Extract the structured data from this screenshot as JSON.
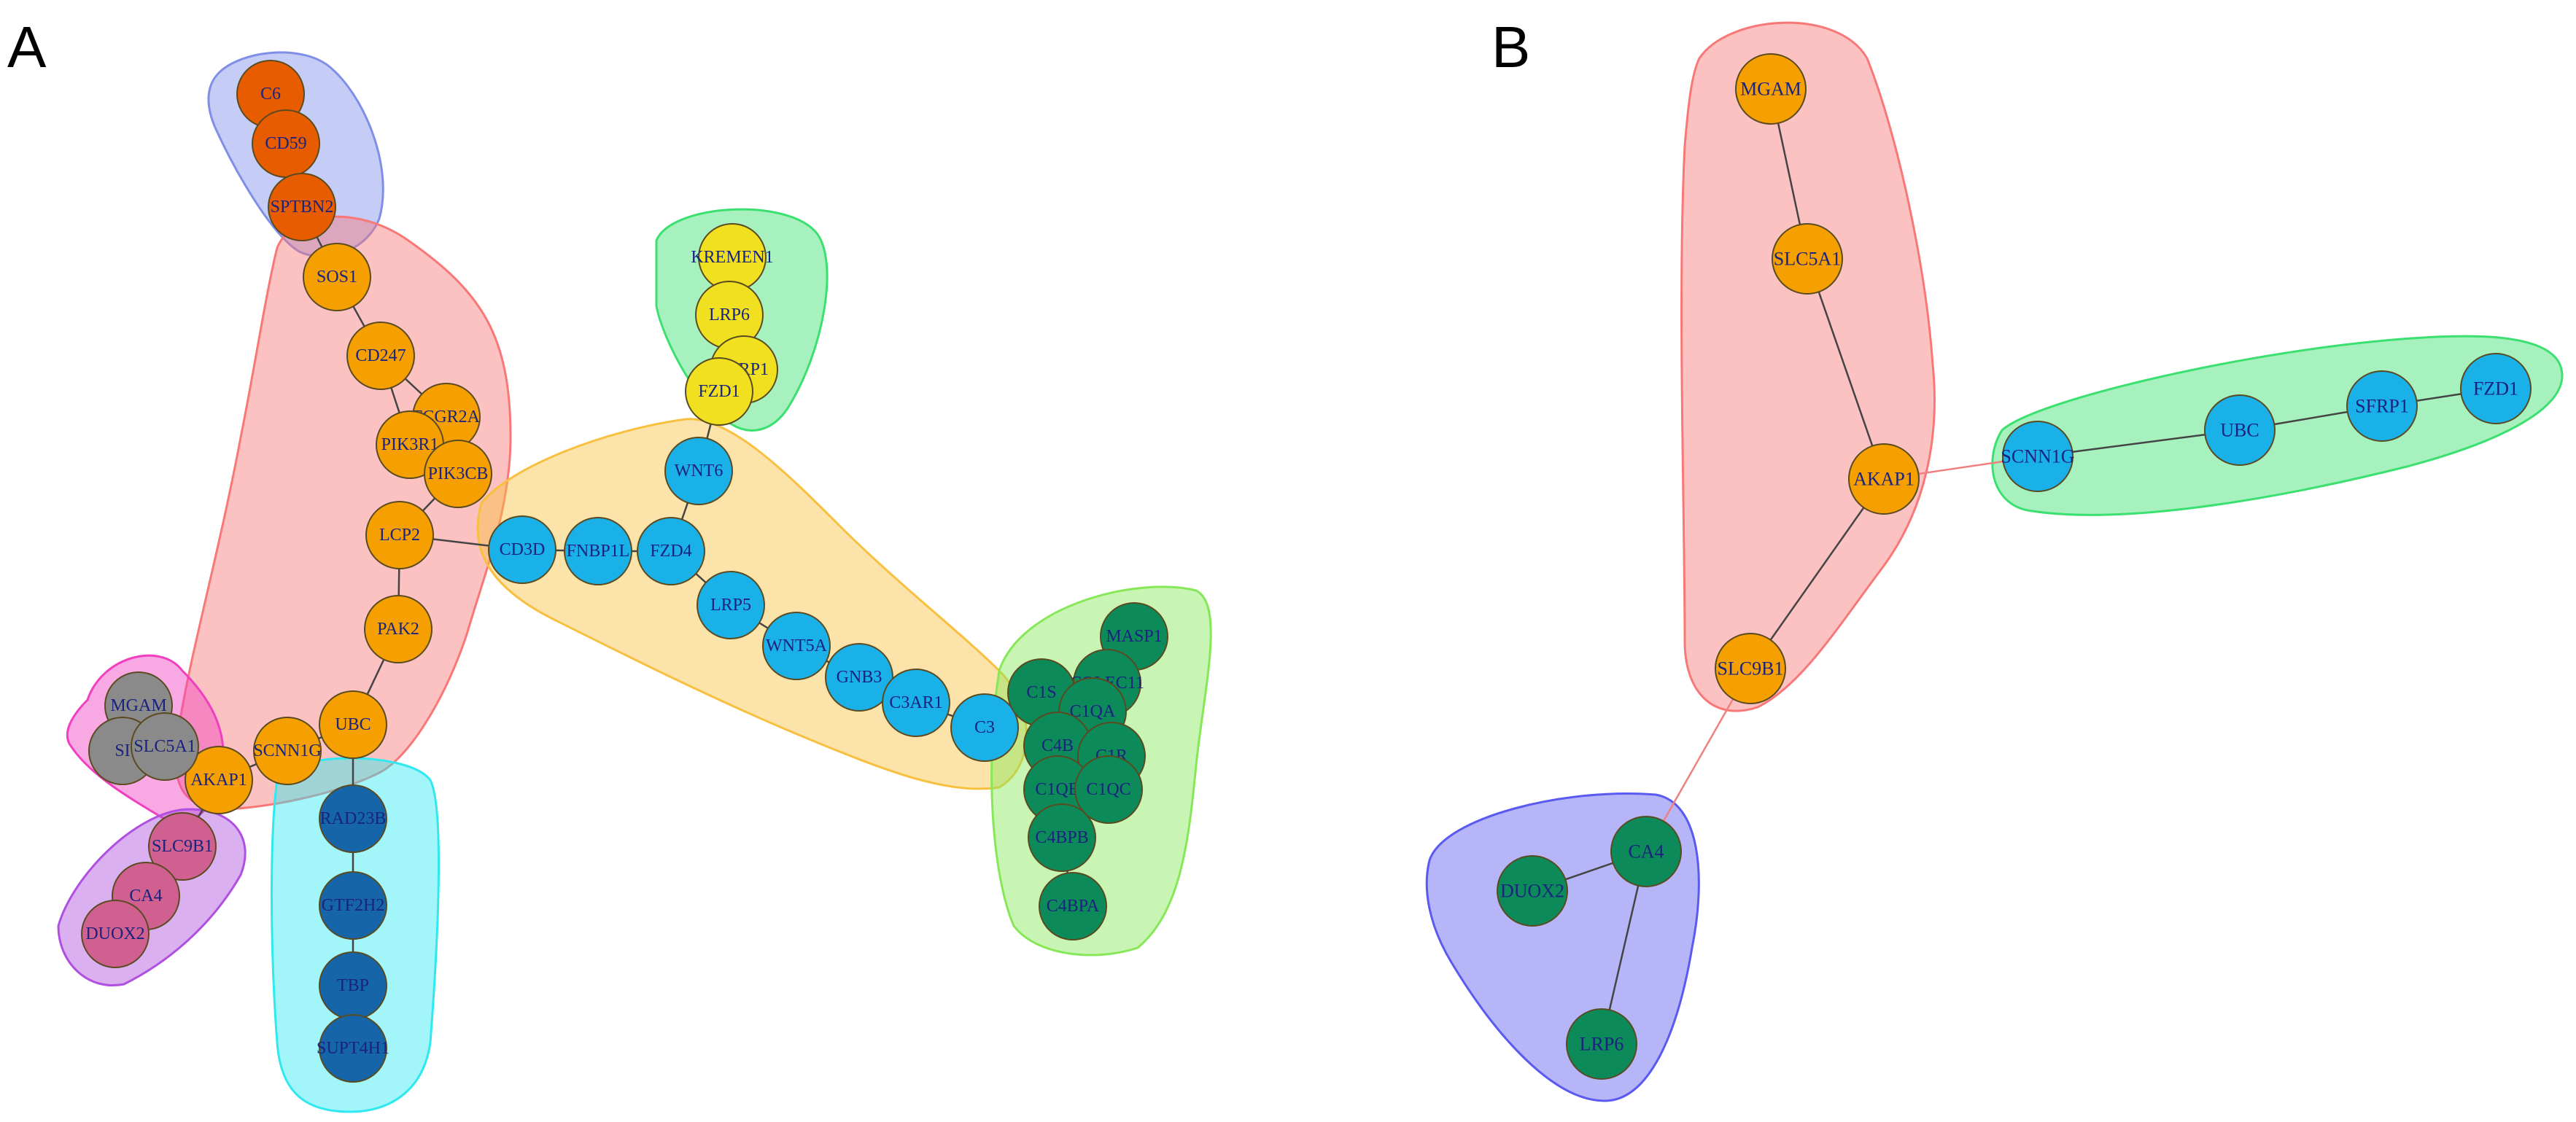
{
  "panels": {
    "a": {
      "label": "A"
    },
    "b": {
      "label": "B"
    }
  },
  "colors": {
    "orange": "#f5a000",
    "blue": "#1ab0e8",
    "green": "#0d8a5a",
    "yellow": "#f0e020",
    "orange_red": "#e85c00",
    "darkblue": "#1565a8",
    "gray": "#8a8a8a",
    "pink": "#d06090",
    "hull_red": "#f87878",
    "hull_blue": "#7f8fe8",
    "hull_green": "#3ce070",
    "hull_orange": "#f8c040",
    "hull_lime": "#86e858",
    "hull_cyan": "#30e8f0",
    "hull_magenta": "#f040c0",
    "hull_purple": "#b050e0",
    "hull_violet": "#5a5af0"
  },
  "panel_a_nodes": [
    {
      "id": "C6",
      "label": "C6",
      "color": "orange_red"
    },
    {
      "id": "CD59",
      "label": "CD59",
      "color": "orange_red"
    },
    {
      "id": "SPTBN2",
      "label": "SPTBN2",
      "color": "orange_red"
    },
    {
      "id": "SOS1",
      "label": "SOS1",
      "color": "orange"
    },
    {
      "id": "CD247",
      "label": "CD247",
      "color": "orange"
    },
    {
      "id": "FCGR2A",
      "label": "FCGR2A",
      "color": "orange"
    },
    {
      "id": "PIK3R1",
      "label": "PIK3R1",
      "color": "orange"
    },
    {
      "id": "PIK3CB",
      "label": "PIK3CB",
      "color": "orange"
    },
    {
      "id": "LCP2",
      "label": "LCP2",
      "color": "orange"
    },
    {
      "id": "PAK2",
      "label": "PAK2",
      "color": "orange"
    },
    {
      "id": "UBC",
      "label": "UBC",
      "color": "orange"
    },
    {
      "id": "SCNN1G",
      "label": "SCNN1G",
      "color": "orange"
    },
    {
      "id": "AKAP1",
      "label": "AKAP1",
      "color": "orange"
    },
    {
      "id": "MGAM",
      "label": "MGAM",
      "color": "gray"
    },
    {
      "id": "SI",
      "label": "SI",
      "color": "gray"
    },
    {
      "id": "SLC5A1",
      "label": "SLC5A1",
      "color": "gray"
    },
    {
      "id": "SLC9B1",
      "label": "SLC9B1",
      "color": "pink"
    },
    {
      "id": "CA4",
      "label": "CA4",
      "color": "pink"
    },
    {
      "id": "DUOX2",
      "label": "DUOX2",
      "color": "pink"
    },
    {
      "id": "RAD23B",
      "label": "RAD23B",
      "color": "darkblue"
    },
    {
      "id": "GTF2H2",
      "label": "GTF2H2",
      "color": "darkblue"
    },
    {
      "id": "TBP",
      "label": "TBP",
      "color": "darkblue"
    },
    {
      "id": "SUPT4H1",
      "label": "SUPT4H1",
      "color": "darkblue"
    },
    {
      "id": "KREMEN1",
      "label": "KREMEN1",
      "color": "yellow"
    },
    {
      "id": "LRP6",
      "label": "LRP6",
      "color": "yellow"
    },
    {
      "id": "SFRP1",
      "label": "SFRP1",
      "color": "yellow"
    },
    {
      "id": "FZD1",
      "label": "FZD1",
      "color": "yellow"
    },
    {
      "id": "WNT6",
      "label": "WNT6",
      "color": "blue"
    },
    {
      "id": "CD3D",
      "label": "CD3D",
      "color": "blue"
    },
    {
      "id": "FNBP1L",
      "label": "FNBP1L",
      "color": "blue"
    },
    {
      "id": "FZD4",
      "label": "FZD4",
      "color": "blue"
    },
    {
      "id": "LRP5",
      "label": "LRP5",
      "color": "blue"
    },
    {
      "id": "WNT5A",
      "label": "WNT5A",
      "color": "blue"
    },
    {
      "id": "GNB3",
      "label": "GNB3",
      "color": "blue"
    },
    {
      "id": "C3AR1",
      "label": "C3AR1",
      "color": "blue"
    },
    {
      "id": "C3",
      "label": "C3",
      "color": "blue"
    },
    {
      "id": "MASP1",
      "label": "MASP1",
      "color": "green"
    },
    {
      "id": "COLEC11",
      "label": "COLEC11",
      "color": "green"
    },
    {
      "id": "C1S",
      "label": "C1S",
      "color": "green"
    },
    {
      "id": "C1QA",
      "label": "C1QA",
      "color": "green"
    },
    {
      "id": "C4B",
      "label": "C4B",
      "color": "green"
    },
    {
      "id": "C1R",
      "label": "C1R",
      "color": "green"
    },
    {
      "id": "C1QB",
      "label": "C1QB",
      "color": "green"
    },
    {
      "id": "C1QC",
      "label": "C1QC",
      "color": "green"
    },
    {
      "id": "C4BPB",
      "label": "C4BPB",
      "color": "green"
    },
    {
      "id": "C4BPA",
      "label": "C4BPA",
      "color": "green"
    }
  ],
  "panel_a_edges": [
    [
      "C6",
      "CD59"
    ],
    [
      "CD59",
      "SPTBN2"
    ],
    [
      "SPTBN2",
      "SOS1"
    ],
    [
      "SOS1",
      "CD247"
    ],
    [
      "CD247",
      "FCGR2A"
    ],
    [
      "CD247",
      "PIK3R1"
    ],
    [
      "PIK3R1",
      "PIK3CB"
    ],
    [
      "FCGR2A",
      "PIK3CB"
    ],
    [
      "PIK3CB",
      "LCP2"
    ],
    [
      "LCP2",
      "CD3D"
    ],
    [
      "LCP2",
      "PAK2"
    ],
    [
      "PAK2",
      "UBC"
    ],
    [
      "UBC",
      "SCNN1G"
    ],
    [
      "SCNN1G",
      "AKAP1"
    ],
    [
      "UBC",
      "RAD23B"
    ],
    [
      "RAD23B",
      "GTF2H2"
    ],
    [
      "GTF2H2",
      "TBP"
    ],
    [
      "TBP",
      "SUPT4H1"
    ],
    [
      "AKAP1",
      "SLC5A1"
    ],
    [
      "SLC5A1",
      "MGAM"
    ],
    [
      "MGAM",
      "SI"
    ],
    [
      "AKAP1",
      "SLC9B1"
    ],
    [
      "SLC9B1",
      "CA4"
    ],
    [
      "CA4",
      "DUOX2"
    ],
    [
      "CD3D",
      "FNBP1L"
    ],
    [
      "FNBP1L",
      "FZD4"
    ],
    [
      "FZD4",
      "WNT6"
    ],
    [
      "WNT6",
      "FZD1"
    ],
    [
      "FZD1",
      "SFRP1"
    ],
    [
      "SFRP1",
      "LRP6"
    ],
    [
      "LRP6",
      "KREMEN1"
    ],
    [
      "FZD4",
      "LRP5"
    ],
    [
      "LRP5",
      "WNT5A"
    ],
    [
      "WNT5A",
      "GNB3"
    ],
    [
      "GNB3",
      "C3AR1"
    ],
    [
      "C3AR1",
      "C3"
    ],
    [
      "C3",
      "C1S"
    ],
    [
      "C1S",
      "C4B"
    ],
    [
      "C4B",
      "C1QB"
    ],
    [
      "C1QB",
      "C4BPB"
    ],
    [
      "C4BPB",
      "C4BPA"
    ],
    [
      "C1S",
      "C1QA"
    ],
    [
      "C1QA",
      "COLEC11"
    ],
    [
      "COLEC11",
      "MASP1"
    ],
    [
      "C1QA",
      "C1R"
    ],
    [
      "C1R",
      "C1QC"
    ]
  ],
  "panel_a_hulls": [
    {
      "name": "blue",
      "color": "hull_blue"
    },
    {
      "name": "red",
      "color": "hull_red"
    },
    {
      "name": "green",
      "color": "hull_green"
    },
    {
      "name": "orange",
      "color": "hull_orange"
    },
    {
      "name": "lime",
      "color": "hull_lime"
    },
    {
      "name": "magenta",
      "color": "hull_magenta"
    },
    {
      "name": "purple",
      "color": "hull_purple"
    },
    {
      "name": "cyan",
      "color": "hull_cyan"
    }
  ],
  "panel_b_nodes": [
    {
      "id": "MGAM",
      "label": "MGAM",
      "color": "orange"
    },
    {
      "id": "SLC5A1",
      "label": "SLC5A1",
      "color": "orange"
    },
    {
      "id": "AKAP1",
      "label": "AKAP1",
      "color": "orange"
    },
    {
      "id": "SLC9B1",
      "label": "SLC9B1",
      "color": "orange"
    },
    {
      "id": "SCNN1G",
      "label": "SCNN1G",
      "color": "blue"
    },
    {
      "id": "UBC",
      "label": "UBC",
      "color": "blue"
    },
    {
      "id": "SFRP1",
      "label": "SFRP1",
      "color": "blue"
    },
    {
      "id": "FZD1",
      "label": "FZD1",
      "color": "blue"
    },
    {
      "id": "CA4",
      "label": "CA4",
      "color": "green"
    },
    {
      "id": "DUOX2",
      "label": "DUOX2",
      "color": "green"
    },
    {
      "id": "LRP6",
      "label": "LRP6",
      "color": "green"
    }
  ],
  "panel_b_edges": [
    {
      "from": "MGAM",
      "to": "SLC5A1",
      "style": "dark"
    },
    {
      "from": "SLC5A1",
      "to": "AKAP1",
      "style": "dark"
    },
    {
      "from": "AKAP1",
      "to": "SLC9B1",
      "style": "dark"
    },
    {
      "from": "AKAP1",
      "to": "SCNN1G",
      "style": "red"
    },
    {
      "from": "SCNN1G",
      "to": "UBC",
      "style": "dark"
    },
    {
      "from": "UBC",
      "to": "SFRP1",
      "style": "dark"
    },
    {
      "from": "SFRP1",
      "to": "FZD1",
      "style": "dark"
    },
    {
      "from": "SLC9B1",
      "to": "CA4",
      "style": "red"
    },
    {
      "from": "CA4",
      "to": "DUOX2",
      "style": "dark"
    },
    {
      "from": "CA4",
      "to": "LRP6",
      "style": "dark"
    }
  ],
  "panel_b_hulls": [
    {
      "name": "red",
      "color": "hull_red"
    },
    {
      "name": "green",
      "color": "hull_green"
    },
    {
      "name": "violet",
      "color": "hull_violet"
    }
  ]
}
